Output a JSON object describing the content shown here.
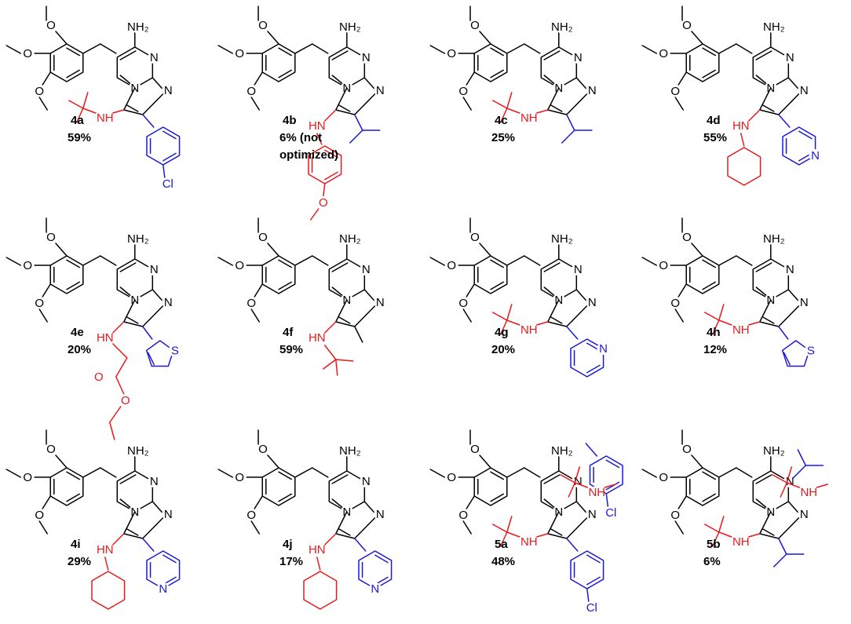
{
  "atoms": {
    "amine": "NH₂",
    "ring_n": "N",
    "anilino": "N",
    "methoxy_o": "O",
    "secondary_amine": "NH",
    "hn": "HN",
    "chloro": "Cl",
    "sulfur": "S",
    "nitrogen": "N",
    "methoxy_o_r": "O",
    "ester_o": "O"
  },
  "colors": {
    "core": "#000000",
    "amine_substituent": "#e8191c",
    "aryl_substituent": "#1a1ad6"
  },
  "compounds": [
    {
      "id": "4a",
      "label": "4a",
      "yield": "59%"
    },
    {
      "id": "4b",
      "label": "4b",
      "yield": "6% (not",
      "yield_line2": "optimized)"
    },
    {
      "id": "4c",
      "label": "4c",
      "yield": "25%"
    },
    {
      "id": "4d",
      "label": "4d",
      "yield": "55%"
    },
    {
      "id": "4e",
      "label": "4e",
      "yield": "20%"
    },
    {
      "id": "4f",
      "label": "4f",
      "yield": "59%"
    },
    {
      "id": "4g",
      "label": "4g",
      "yield": "20%"
    },
    {
      "id": "4h",
      "label": "4h",
      "yield": "12%"
    },
    {
      "id": "4i",
      "label": "4i",
      "yield": "29%"
    },
    {
      "id": "4j",
      "label": "4j",
      "yield": "17%"
    },
    {
      "id": "5a",
      "label": "5a",
      "yield": "48%"
    },
    {
      "id": "5b",
      "label": "5b",
      "yield": "6%"
    }
  ]
}
